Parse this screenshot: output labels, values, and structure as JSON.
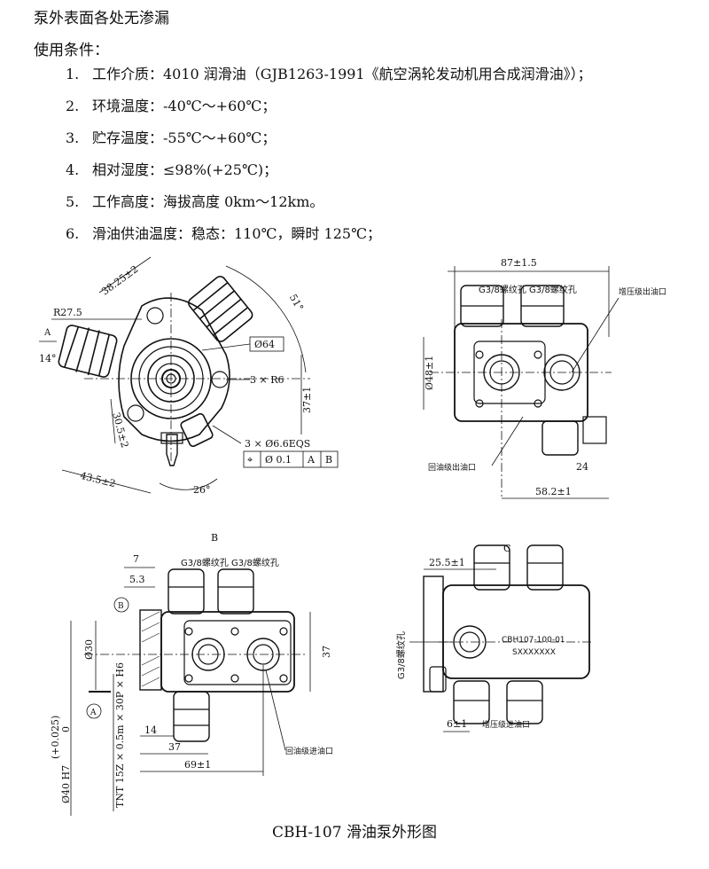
{
  "header": {
    "intro_line": "泵外表面各处无渗漏",
    "conditions_title": "使用条件："
  },
  "conditions": [
    {
      "num": "1.",
      "text": "工作介质：4010 润滑油（GJB1263-1991《航空涡轮发动机用合成润滑油》）；"
    },
    {
      "num": "2.",
      "text": "环境温度：-40℃～+60℃；"
    },
    {
      "num": "3.",
      "text": "贮存温度：-55℃～+60℃；"
    },
    {
      "num": "4.",
      "text": "相对湿度：≤98%(+25℃)；"
    },
    {
      "num": "5.",
      "text": "工作高度：海拔高度 0km～12km。"
    },
    {
      "num": "6.",
      "text": "滑油供油温度：稳态：110℃，瞬时 125℃；"
    }
  ],
  "front_view": {
    "dim_38": "38.25±2",
    "dim_r27": "R27.5",
    "label_a": "A",
    "angle_14": "14°",
    "angle_51": "51°",
    "dim_d64": "Ø64",
    "dim_3r6": "3 × R6",
    "dim_37": "37±1",
    "dim_30": "30.5±2",
    "dim_43": "43.5±2",
    "angle_26": "26°",
    "holes": "3 × Ø6.6EQS",
    "frame": [
      "⌖",
      "Ø 0.1",
      "A",
      "B"
    ]
  },
  "right_view": {
    "dim_87": "87±1.5",
    "port_g38": "G3/8螺纹孔 G3/8螺纹孔",
    "boost_out": "增压级出油口",
    "dim_d48": "Ø48±1",
    "return_out": "回油级出油口",
    "dim_24": "24",
    "dim_58": "58.2±1"
  },
  "bottom_view": {
    "label_b": "B",
    "dim_7": "7",
    "dim_53": "5.3",
    "port_g38": "G3/8螺纹孔 G3/8螺纹孔",
    "circle_b": "B",
    "dim_d30": "Ø30",
    "dim_37": "37",
    "circle_a": "A",
    "tol": "(+0.025)",
    "tol0": "0",
    "fit": "Ø40 H7",
    "spline": "TNT 15Z × 0.5m × 30P × H6",
    "dim_14": "14",
    "dim_37b": "37",
    "dim_69": "69±1",
    "return_in": "回油级进油口"
  },
  "side_view": {
    "label_c": "C",
    "dim_25": "25.5±1",
    "model": "CBH107-100-01",
    "serial": "SXXXXXXX",
    "port_g38": "G3/8螺纹孔",
    "dim_6": "6±1",
    "boost_in": "增压级进油口"
  },
  "caption": "CBH-107 滑油泵外形图"
}
